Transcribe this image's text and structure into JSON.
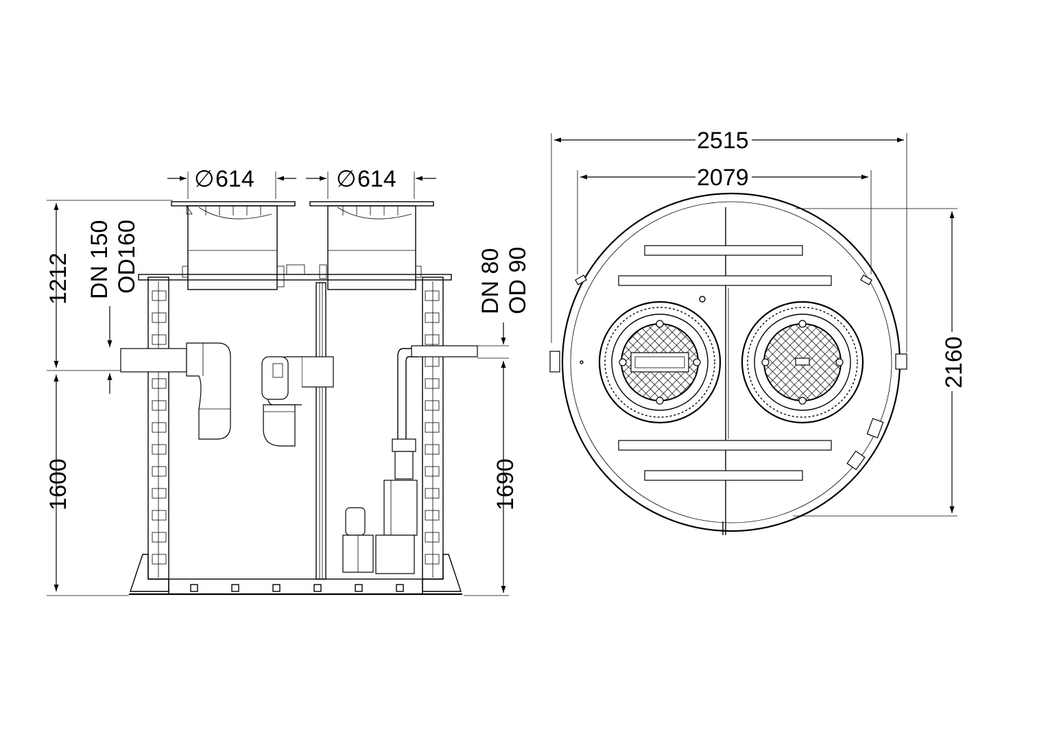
{
  "side_view": {
    "cover_left_dim": "614",
    "cover_right_dim": "614",
    "diameter_symbol": "∅",
    "inlet_label_line1": "DN 150",
    "inlet_label_line2": "OD160",
    "outlet_label_line1": "DN 80",
    "outlet_label_line2": "OD 90",
    "height_upper": "1212",
    "height_lower": "1600",
    "outlet_height": "1690"
  },
  "top_view": {
    "overall_width": "2515",
    "inner_width": "2079",
    "depth": "2160"
  },
  "colors": {
    "line": "#000000",
    "background": "#ffffff"
  }
}
